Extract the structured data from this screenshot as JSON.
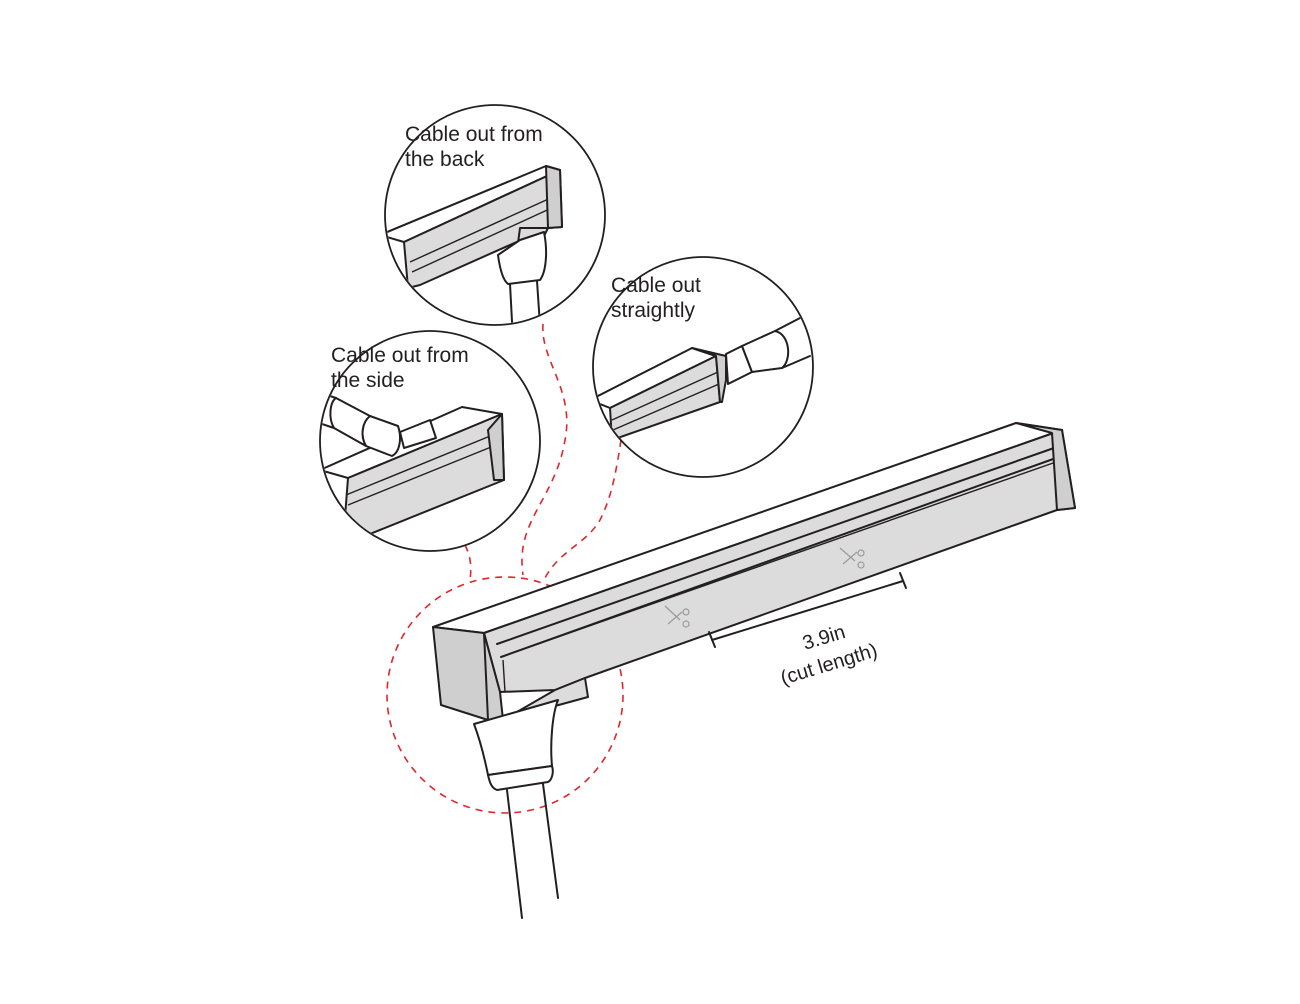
{
  "callouts": {
    "back": {
      "line1": "Cable out from",
      "line2": "the back"
    },
    "straight": {
      "line1": "Cable out",
      "line2": "straightly"
    },
    "side": {
      "line1": "Cable out from",
      "line2": "the side"
    }
  },
  "dimension": {
    "value": "3.9in",
    "caption": "(cut length)"
  },
  "colors": {
    "outline": "#231f20",
    "highlight_dash": "#e0262b",
    "diffuser": "#dcdcdc"
  },
  "icons": [
    "scissors-icon",
    "scissors-icon"
  ]
}
